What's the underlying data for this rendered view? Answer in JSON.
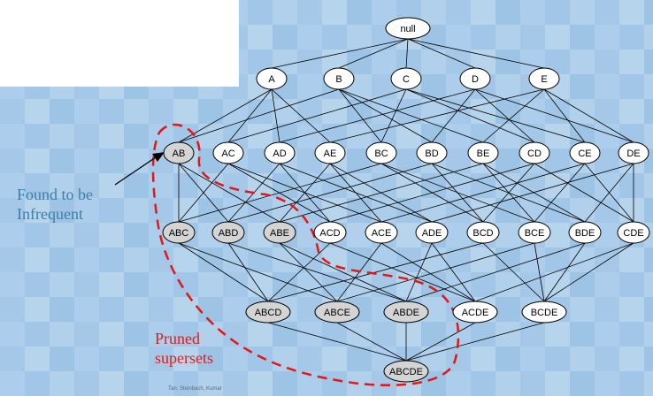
{
  "lattice": {
    "levels": [
      [
        "null"
      ],
      [
        "A",
        "B",
        "C",
        "D",
        "E"
      ],
      [
        "AB",
        "AC",
        "AD",
        "AE",
        "BC",
        "BD",
        "BE",
        "CD",
        "CE",
        "DE"
      ],
      [
        "ABC",
        "ABD",
        "ABE",
        "ACD",
        "ACE",
        "ADE",
        "BCD",
        "BCE",
        "BDE",
        "CDE"
      ],
      [
        "ABCD",
        "ABCE",
        "ABDE",
        "ACDE",
        "BCDE"
      ],
      [
        "ABCDE"
      ]
    ],
    "infrequent": [
      "AB"
    ],
    "pruned": [
      "ABC",
      "ABD",
      "ABE",
      "ABCD",
      "ABCE",
      "ABDE",
      "ABCDE"
    ]
  },
  "annotations": {
    "found_infrequent": "Found to be\nInfrequent",
    "pruned_supersets": "Pruned\nsupersets"
  },
  "colors": {
    "background": "#a9cbe9",
    "node_fill": "#ffffff",
    "pruned_fill": "#d4d4d4",
    "edge": "#000000",
    "boundary": "#e01818",
    "infrequent_text": "#3b80a8",
    "pruned_text": "#d8201c"
  },
  "footer": "Tan, Steinbach, Kumar"
}
